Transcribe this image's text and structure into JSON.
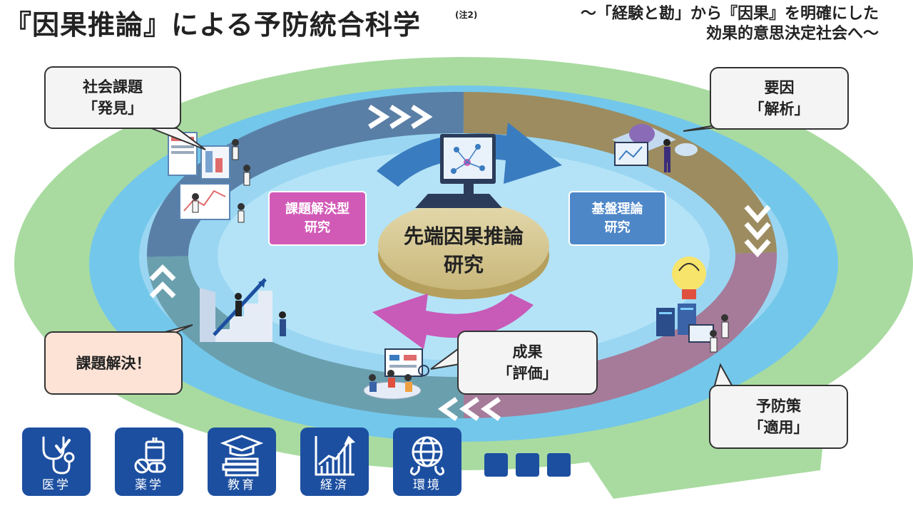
{
  "title": {
    "main": "『因果推論』による予防統合科学",
    "note": "(注2)",
    "subtitle_line1": "～「経験と勘」から『因果』を明確にした",
    "subtitle_line2": "効果的意思決定社会へ～"
  },
  "cycle": {
    "discovery": {
      "line1": "社会課題",
      "line2": "「発見」"
    },
    "analysis": {
      "line1": "要因",
      "line2": "「解析」"
    },
    "application": {
      "line1": "予防策",
      "line2": "「適用」"
    },
    "solution": {
      "line1": "課題解決！"
    },
    "evaluation": {
      "line1": "成果",
      "line2": "「評価」"
    }
  },
  "center": {
    "line1": "先端因果推論",
    "line2": "研究",
    "left_box": {
      "line1": "課題解決型",
      "line2": "研究"
    },
    "right_box": {
      "line1": "基盤理論",
      "line2": "研究"
    }
  },
  "fields": [
    {
      "label": "医学",
      "icon": "stethoscope-icon"
    },
    {
      "label": "薬学",
      "icon": "medicine-icon"
    },
    {
      "label": "教育",
      "icon": "books-icon"
    },
    {
      "label": "経済",
      "icon": "growth-chart-icon"
    },
    {
      "label": "環境",
      "icon": "globe-icon"
    }
  ],
  "colors": {
    "outer_ring": "#a9dba0",
    "outer_ellipse": "#73c7ea",
    "inner_ellipse": "#9ad6f2",
    "ring_steel": "#5a7fa6",
    "ring_olive": "#9c8c60",
    "ring_mauve": "#a57b99",
    "ring_teal": "#6a9fae",
    "center_disc": "#d7c996",
    "arrow_blue": "#3a7cc0",
    "arrow_magenta": "#c85ab8",
    "field_blue": "#1c4fa0"
  }
}
